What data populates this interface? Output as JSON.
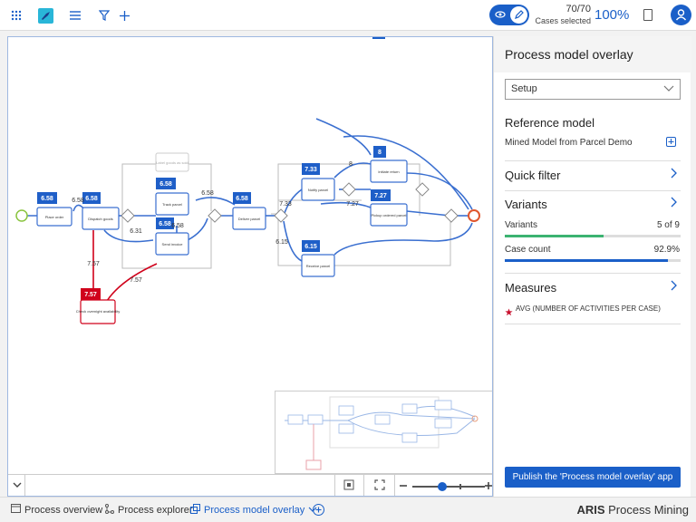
{
  "header": {
    "cases_count": "70/70",
    "cases_label": "Cases selected",
    "percentage": "100%"
  },
  "model": {
    "activities": [
      {
        "id": "place",
        "label": "Place order"
      },
      {
        "id": "dispatch",
        "label": "Dispatch goods"
      },
      {
        "id": "track",
        "label": "Track parcel"
      },
      {
        "id": "invoice",
        "label": "Send invoice"
      },
      {
        "id": "deliver",
        "label": "Deliver parcel"
      },
      {
        "id": "notify",
        "label": "Notify parcel"
      },
      {
        "id": "initiate",
        "label": "Initiate return"
      },
      {
        "id": "pickup",
        "label": "Pickup ordered parcel"
      },
      {
        "id": "receive",
        "label": "Receive parcel"
      },
      {
        "id": "check",
        "label": "Check overnight availability"
      },
      {
        "id": "ghost",
        "label": "Label goods as sold"
      }
    ],
    "badges": [
      {
        "id": "b-place",
        "value": "6.58"
      },
      {
        "id": "b-dispatch",
        "value": "6.58"
      },
      {
        "id": "b-track",
        "value": "6.58"
      },
      {
        "id": "b-invoice",
        "value": "6.58"
      },
      {
        "id": "b-deliver",
        "value": "6.58"
      },
      {
        "id": "b-notify",
        "value": "7.33"
      },
      {
        "id": "b-initiate",
        "value": "8"
      },
      {
        "id": "b-pickup",
        "value": "7.27"
      },
      {
        "id": "b-receive",
        "value": "6.15"
      },
      {
        "id": "b-check",
        "value": "7.57"
      }
    ],
    "edge_labels": [
      {
        "id": "e1",
        "value": "6.58"
      },
      {
        "id": "e2",
        "value": "6.58"
      },
      {
        "id": "e3",
        "value": "6.58"
      },
      {
        "id": "e4",
        "value": "6.31"
      },
      {
        "id": "e5",
        "value": "7.33"
      },
      {
        "id": "e6",
        "value": "8"
      },
      {
        "id": "e7",
        "value": "7.27"
      },
      {
        "id": "e8",
        "value": "6.15"
      },
      {
        "id": "e9",
        "value": "7.57"
      },
      {
        "id": "e10",
        "value": "7.57"
      }
    ]
  },
  "panel": {
    "title": "Process model overlay",
    "select_value": "Setup",
    "reference_model_title": "Reference model",
    "reference_model_value": "Mined Model from Parcel Demo",
    "quick_filter": "Quick filter",
    "variants_title": "Variants",
    "variants_label": "Variants",
    "variants_value": "5 of 9",
    "variants_fraction": 0.56,
    "case_count_label": "Case count",
    "case_count_value": "92.9%",
    "case_count_fraction": 0.929,
    "measures_title": "Measures",
    "measure_item": "AVG (NUMBER OF ACTIVITIES PER CASE)",
    "publish_label": "Publish the 'Process model overlay' app",
    "colors": {
      "accent": "#1a5fc8",
      "green": "#3cb371",
      "red": "#d0021b"
    }
  },
  "bottom": {
    "tabs": [
      {
        "label": "Process overview"
      },
      {
        "label": "Process explorer"
      },
      {
        "label": "Process model overlay"
      }
    ],
    "brand_bold": "ARIS",
    "brand_rest": " Process Mining"
  }
}
